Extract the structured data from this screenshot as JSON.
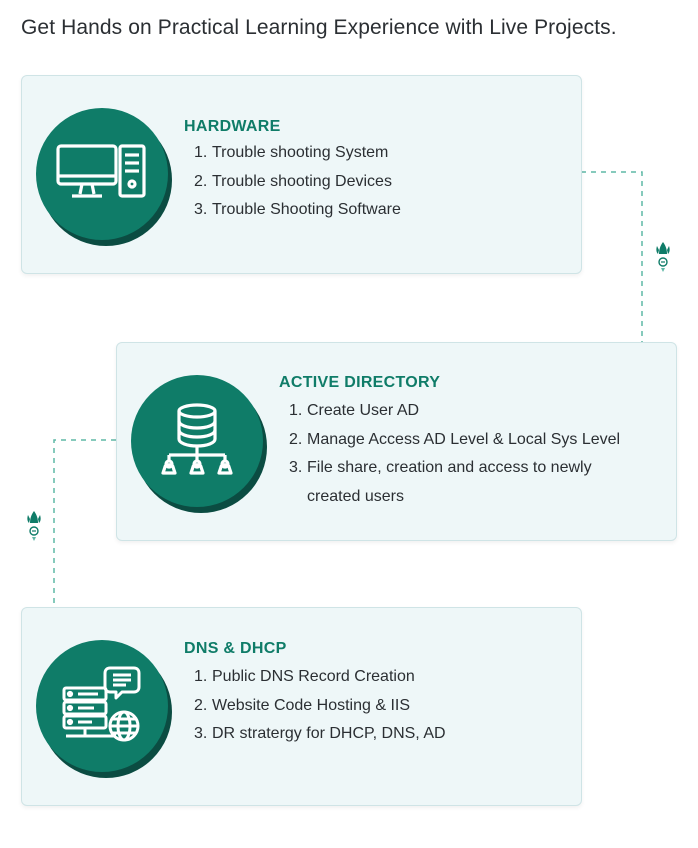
{
  "headline": "Get Hands on Practical Learning Experience with Live Projects.",
  "colors": {
    "accent": "#0f7c68",
    "accent_dark": "#0b4c42",
    "card_bg": "#eef7f8",
    "connector": "#5fb8a6"
  },
  "sections": [
    {
      "icon": "desktop-computer-icon",
      "title": "HARDWARE",
      "items": [
        {
          "num": "1.",
          "text": "Trouble shooting System"
        },
        {
          "num": "2.",
          "text": "Trouble shooting Devices"
        },
        {
          "num": "3.",
          "text": "Trouble Shooting Software"
        }
      ]
    },
    {
      "icon": "database-network-icon",
      "title": "ACTIVE DIRECTORY",
      "items": [
        {
          "num": "1.",
          "text": "Create User AD"
        },
        {
          "num": "2.",
          "text": "Manage Access AD Level & Local Sys Level"
        },
        {
          "num": "3.",
          "text": "File share, creation and access to newly",
          "cont": "created users"
        }
      ]
    },
    {
      "icon": "server-globe-icon",
      "title": "DNS & DHCP",
      "items": [
        {
          "num": "1.",
          "text": "Public DNS Record Creation"
        },
        {
          "num": "2.",
          "text": "Website Code Hosting & IIS"
        },
        {
          "num": "3.",
          "text": "DR stratergy for DHCP, DNS, AD"
        }
      ]
    }
  ]
}
